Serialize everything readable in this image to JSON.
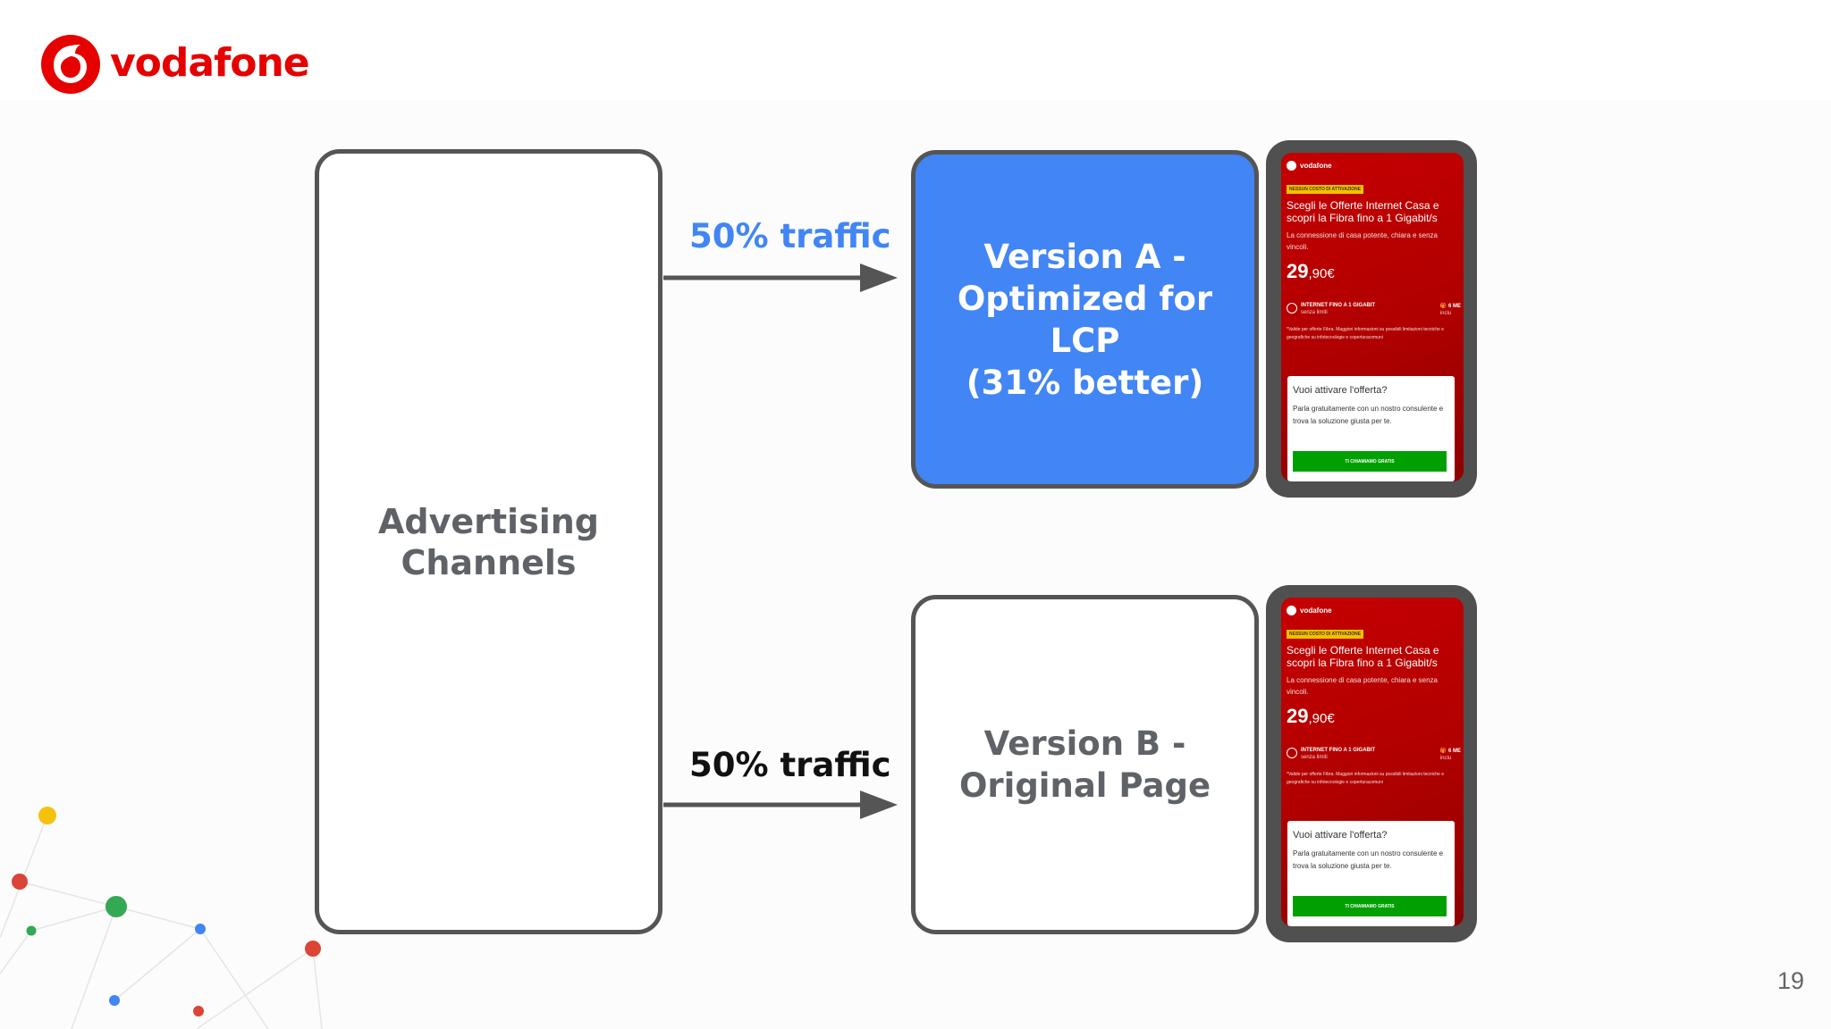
{
  "brand": {
    "name": "vodafone",
    "color": "#e60000"
  },
  "diagram": {
    "source": "Advertising\nChannels",
    "traffic_top": "50% traffic",
    "traffic_bottom": "50% traffic",
    "version_a": "Version A -\nOptimized for\nLCP\n(31% better)",
    "version_b": "Version B -\nOriginal Page"
  },
  "phone": {
    "brand": "vodafone",
    "badge": "NESSUN COSTO DI ATTIVAZIONE",
    "headline": "Scegli le Offerte Internet Casa e scopri la Fibra fino a 1 Gigabit/s",
    "subtext": "La connessione di casa potente, chiara e senza vincoli.",
    "price_int": "29",
    "price_dec": ",90€",
    "feature_title": "INTERNET FINO A 1 GIGABIT",
    "feature_sub": "senza limiti",
    "feature_right": "6 ME",
    "feature_right_sub": "inclu",
    "note": "*Valide per offerte Fibra. Maggiori informazioni su possibili limitazioni tecniche e geografiche su infotecnologie e coperturacomuni",
    "card_title": "Vuoi attivare l'offerta?",
    "card_body": "Parla gratuitamente con un nostro consulente e trova la soluzione giusta per te.",
    "cta": "TI CHIAMIAMO GRATIS"
  },
  "page_number": "19",
  "colors": {
    "version_a_fill": "#4285f4",
    "border": "#555555",
    "arrow": "#555555"
  }
}
